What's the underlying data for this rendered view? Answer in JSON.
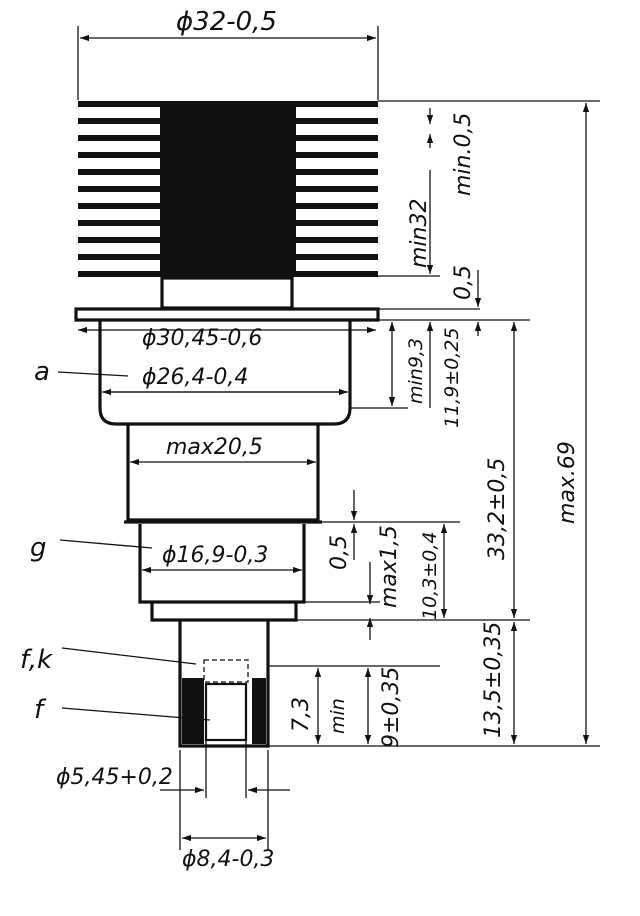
{
  "dimensions": {
    "d_top": "ϕ32-0,5",
    "min_fin_gap": "min.0,5",
    "min_fin_height": "min32",
    "gap_05_upper": "0,5",
    "d_flange": "ϕ30,45-0,6",
    "min_93": "min9,3",
    "h_119": "11,9±0,25",
    "d_anode": "ϕ26,4-0,4",
    "max_205": "max20,5",
    "overall_len": "max.69",
    "h_332": "33,2±0,5",
    "gap_05_grid": "0,5",
    "max_15": "max1,5",
    "h_103": "10,3±0,4",
    "d_grid": "ϕ16,9-0,3",
    "h_135": "13,5±0,35",
    "h_73": "7,3",
    "min_pin": "min",
    "h_9": "9±0,35",
    "d_pin_inner": "ϕ5,45+0,2",
    "d_pin_outer": "ϕ8,4-0,3"
  },
  "callouts": {
    "anode": "a",
    "grid": "g",
    "filament_cathode": "f,k",
    "filament": "f"
  },
  "colors": {
    "ink": "#111111",
    "paper": "#ffffff"
  }
}
